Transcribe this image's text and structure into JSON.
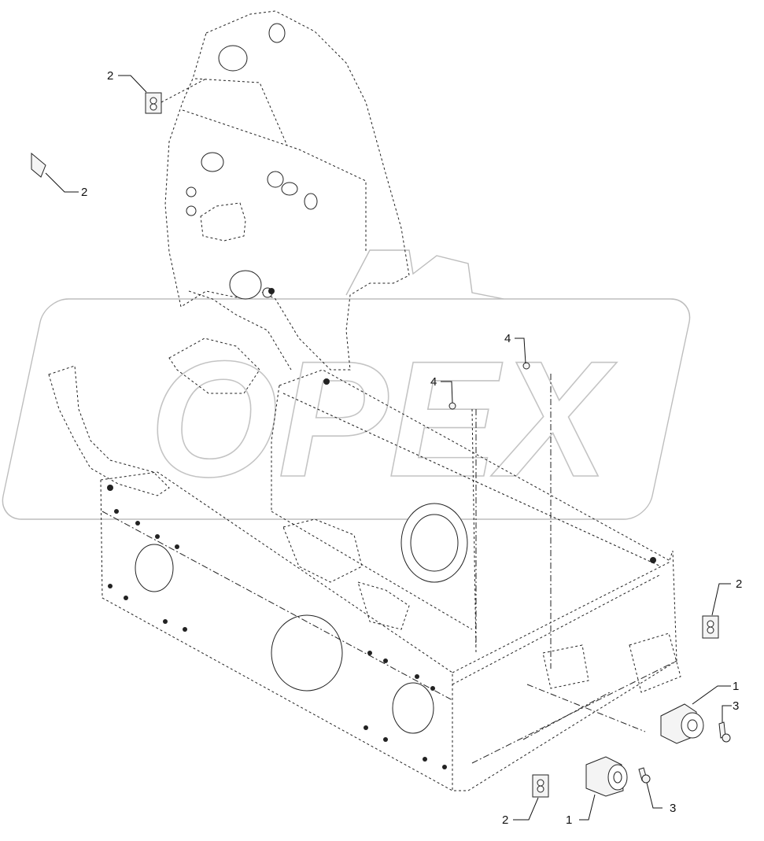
{
  "diagram": {
    "callouts": [
      {
        "id": "c2-top-left",
        "label": "2"
      },
      {
        "id": "c2-left",
        "label": "2"
      },
      {
        "id": "c4-upper",
        "label": "4"
      },
      {
        "id": "c4-lower",
        "label": "4"
      },
      {
        "id": "c2-right",
        "label": "2"
      },
      {
        "id": "c1-right",
        "label": "1"
      },
      {
        "id": "c3-right",
        "label": "3"
      },
      {
        "id": "c3-bottom",
        "label": "3"
      },
      {
        "id": "c1-bottom",
        "label": "1"
      },
      {
        "id": "c2-bottom",
        "label": "2"
      }
    ],
    "watermark": "OPEX"
  }
}
